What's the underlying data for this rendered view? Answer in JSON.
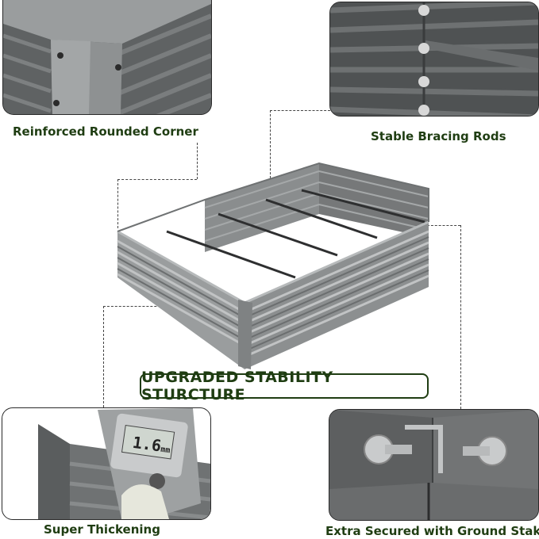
{
  "features": {
    "corner": {
      "label": "Reinforced Rounded Corner"
    },
    "bracing": {
      "label": "Stable Bracing Rods"
    },
    "thickness": {
      "label": "Super Thickening",
      "gauge_reading": "1.6",
      "gauge_unit": "mm"
    },
    "stakes": {
      "label": "Extra Secured with Ground Stakes"
    }
  },
  "headline": "UPGRADED STABILITY STURCTURE",
  "colors": {
    "caption_green": "#1f3d12",
    "metal_gray": "#7d8081",
    "panel_dark": "#5e6061"
  }
}
